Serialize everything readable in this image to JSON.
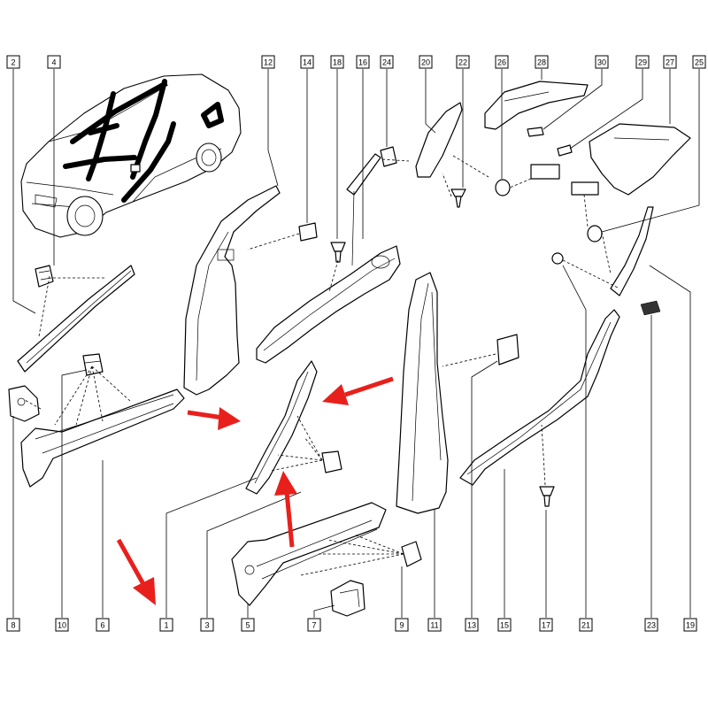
{
  "diagram": {
    "callouts": [
      {
        "id": "2",
        "label": "2"
      },
      {
        "id": "4",
        "label": "4"
      },
      {
        "id": "12",
        "label": "12"
      },
      {
        "id": "14",
        "label": "14"
      },
      {
        "id": "18",
        "label": "18"
      },
      {
        "id": "16",
        "label": "16"
      },
      {
        "id": "24",
        "label": "24"
      },
      {
        "id": "20",
        "label": "20"
      },
      {
        "id": "22",
        "label": "22"
      },
      {
        "id": "26",
        "label": "26"
      },
      {
        "id": "28",
        "label": "28"
      },
      {
        "id": "30",
        "label": "30"
      },
      {
        "id": "29",
        "label": "29"
      },
      {
        "id": "27",
        "label": "27"
      },
      {
        "id": "25",
        "label": "25"
      },
      {
        "id": "8",
        "label": "8"
      },
      {
        "id": "10",
        "label": "10"
      },
      {
        "id": "6",
        "label": "6"
      },
      {
        "id": "1",
        "label": "1"
      },
      {
        "id": "3",
        "label": "3"
      },
      {
        "id": "5",
        "label": "5"
      },
      {
        "id": "7",
        "label": "7"
      },
      {
        "id": "9",
        "label": "9"
      },
      {
        "id": "11",
        "label": "11"
      },
      {
        "id": "13",
        "label": "13"
      },
      {
        "id": "15",
        "label": "15"
      },
      {
        "id": "17",
        "label": "17"
      },
      {
        "id": "21",
        "label": "21"
      },
      {
        "id": "23",
        "label": "23"
      },
      {
        "id": "19",
        "label": "19"
      }
    ],
    "highlight_color": "#e8201c",
    "line_color": "#000000",
    "highlight_arrow_count": 4
  }
}
